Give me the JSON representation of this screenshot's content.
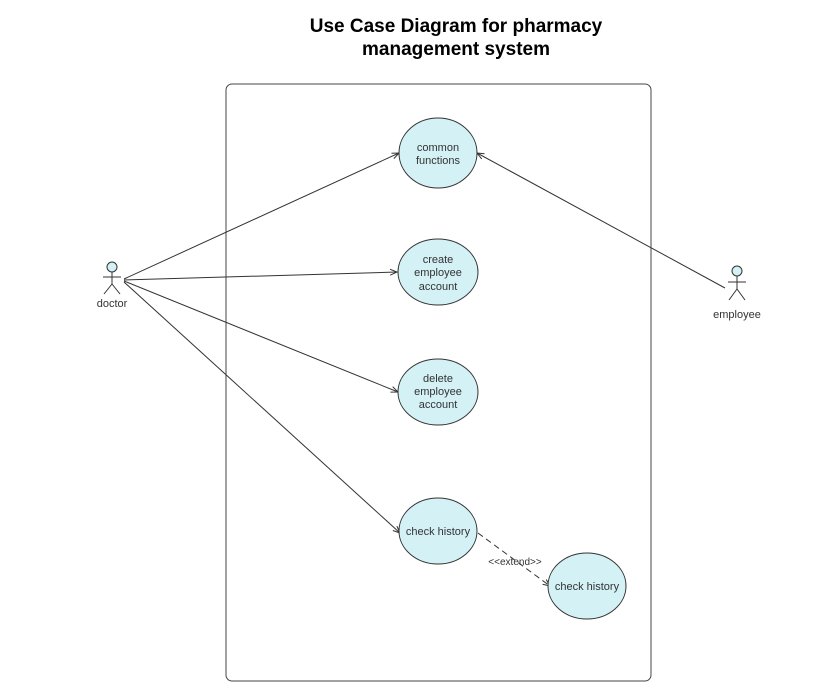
{
  "title": {
    "line1": "Use Case Diagram for pharmacy",
    "line2": "management system"
  },
  "actors": {
    "doctor": "doctor",
    "employee": "employee"
  },
  "use_cases": {
    "common_functions": [
      "common",
      "functions"
    ],
    "create_employee_account": [
      "create",
      "employee",
      "account"
    ],
    "delete_employee_account": [
      "delete",
      "employee",
      "account"
    ],
    "check_history": [
      "check history"
    ],
    "check_history_extension": [
      "check history"
    ]
  },
  "relations": {
    "extend_label": "<<extend>>"
  },
  "colors": {
    "use_case_fill": "#d4f1f6",
    "stroke": "#333333"
  }
}
